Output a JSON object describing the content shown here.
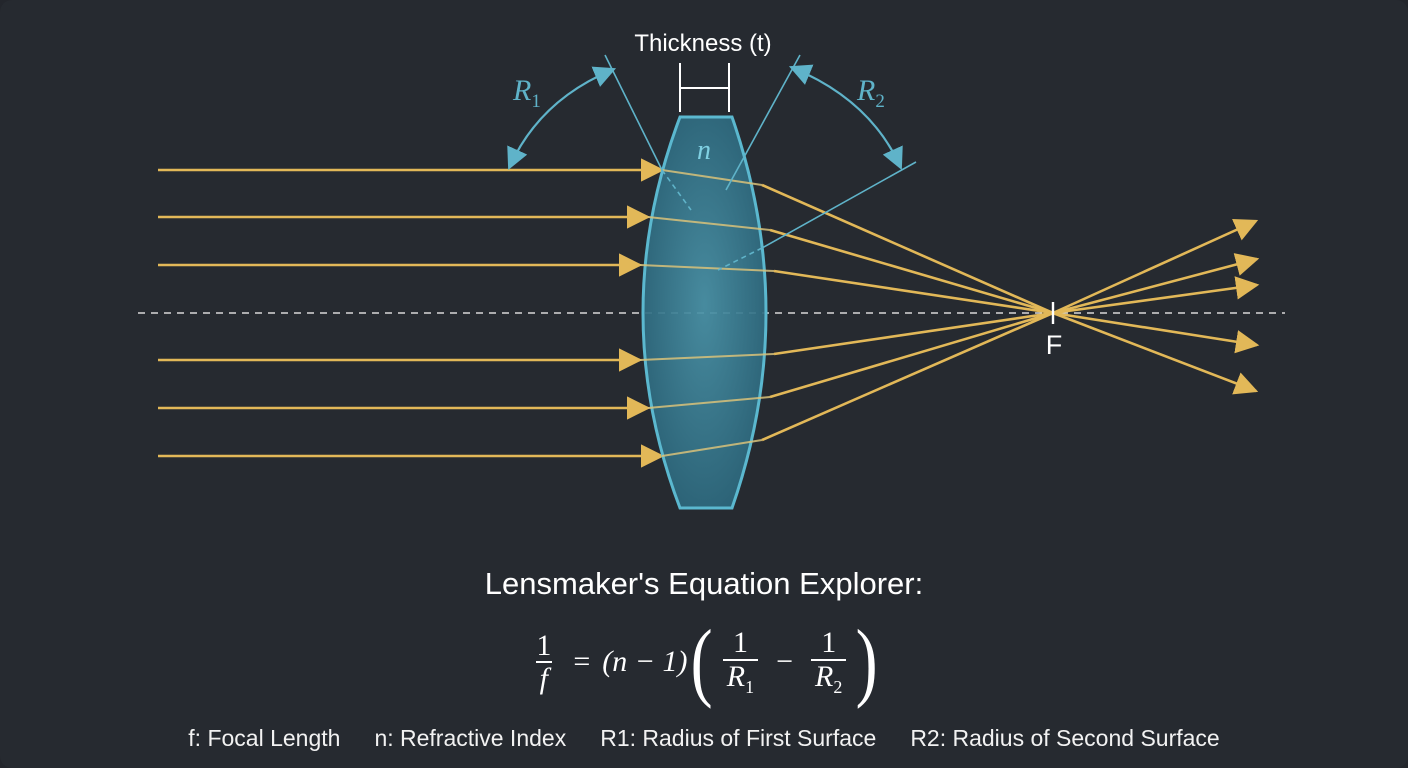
{
  "labels": {
    "thickness": "Thickness (t)",
    "r1": "R",
    "r1_sub": "1",
    "r2": "R",
    "r2_sub": "2",
    "n": "n",
    "focal": "F"
  },
  "title": "Lensmaker's Equation Explorer:",
  "equation": {
    "lhs_num": "1",
    "lhs_den": "f",
    "equals": "=",
    "factor": "(n − 1)",
    "open_paren": "(",
    "close_paren": ")",
    "t1_num": "1",
    "t1_den": "R",
    "t1_sub": "1",
    "minus": "−",
    "t2_num": "1",
    "t2_den": "R",
    "t2_sub": "2"
  },
  "legend": [
    "f: Focal Length",
    "n: Refractive Index",
    "R1: Radius of First Surface",
    "R2: Radius of Second Surface"
  ],
  "colors": {
    "background": "#262a30",
    "ray": "#e2b858",
    "lens_fill": "#2f7187",
    "lens_edge": "#5bb8cf",
    "annotation": "#5fb3c9",
    "axis": "#d8d8d8"
  }
}
